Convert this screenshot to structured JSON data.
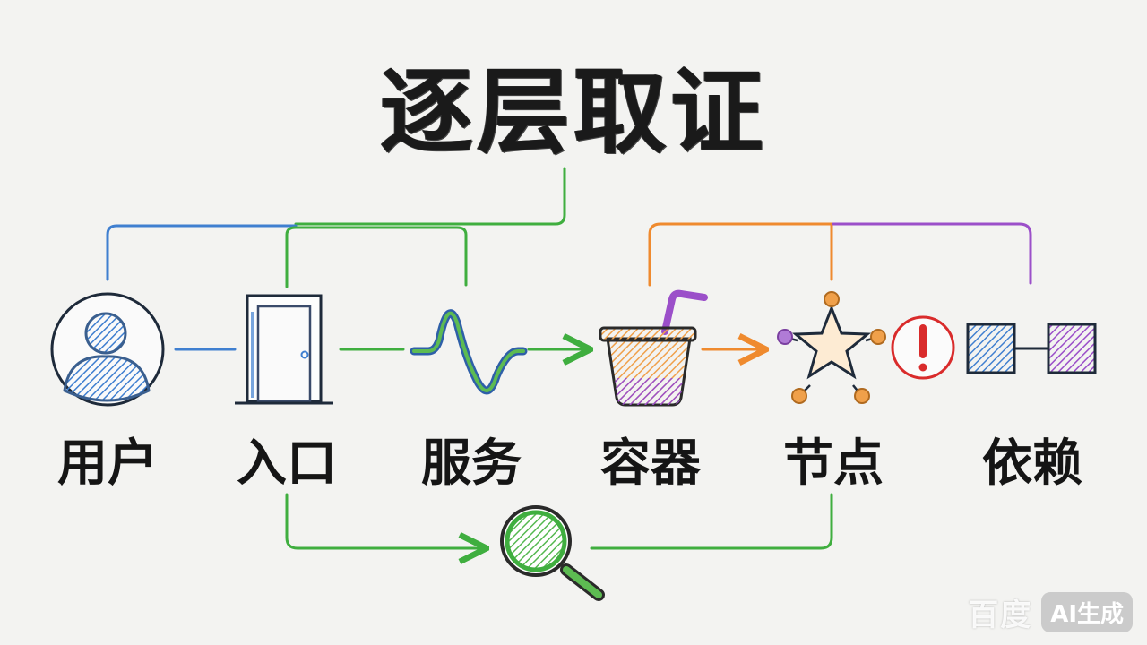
{
  "title": "逐层取证",
  "nodes": [
    {
      "label": "用户",
      "icon": "user-icon"
    },
    {
      "label": "入口",
      "icon": "door-icon"
    },
    {
      "label": "服务",
      "icon": "waveform-icon"
    },
    {
      "label": "容器",
      "icon": "container-cup-icon"
    },
    {
      "label": "节点",
      "icon": "star-node-icon"
    },
    {
      "label": "依赖",
      "icon": "dependency-icon"
    }
  ],
  "icons": {
    "search": "magnifier-icon",
    "alert": "exclamation-alert-icon"
  },
  "watermark": {
    "logo": "百度",
    "badge": "AI生成"
  },
  "colors": {
    "blue": "#3f7fd0",
    "green": "#3fae3f",
    "orange": "#ef8a2e",
    "purple": "#9b4fc9",
    "red": "#d92b2b",
    "ink": "#1a1a1a"
  }
}
